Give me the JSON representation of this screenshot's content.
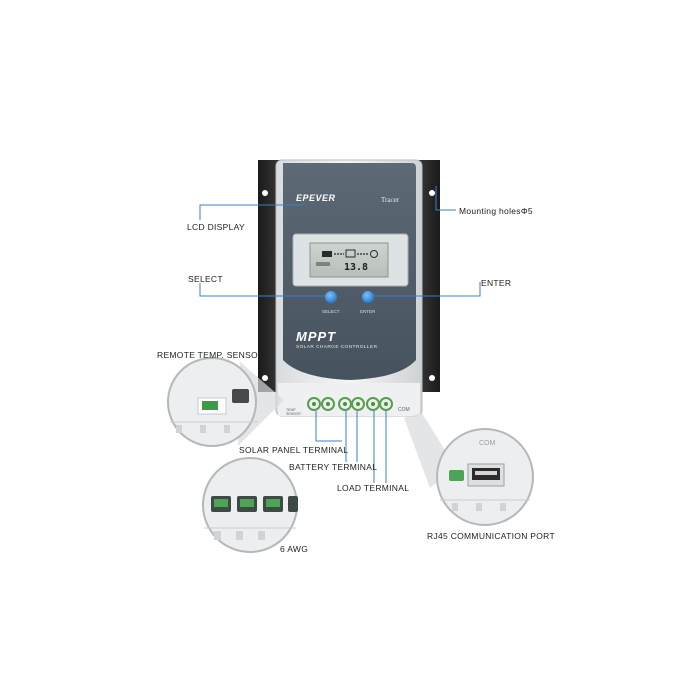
{
  "device": {
    "brand": "EPEVER",
    "model": "Tracer",
    "title": "MPPT",
    "subtitle": "SOLAR CHARGE CONTROLLER",
    "lcd_reading": "13.8",
    "select_caption": "SELECT",
    "enter_caption": "ENTER",
    "com_caption": "COM",
    "temp_caption": "TEMP SENSOR",
    "body_color": "#4d5a66",
    "accent_color": "#2d7fd0"
  },
  "callouts": {
    "lcd": "LCD DISPLAY",
    "mounting": "Mounting holesΦ5",
    "select": "SELECT",
    "enter": "ENTER",
    "remote_temp": "REMOTE TEMP. SENSOR",
    "solar": "SOLAR PANEL TERMINAL",
    "battery": "BATTERY TERMINAL",
    "load": "LOAD TERMINAL",
    "awg": "6 AWG",
    "rj45": "RJ45 COMMUNICATION PORT"
  },
  "zoom": {
    "com_label": "COM"
  }
}
